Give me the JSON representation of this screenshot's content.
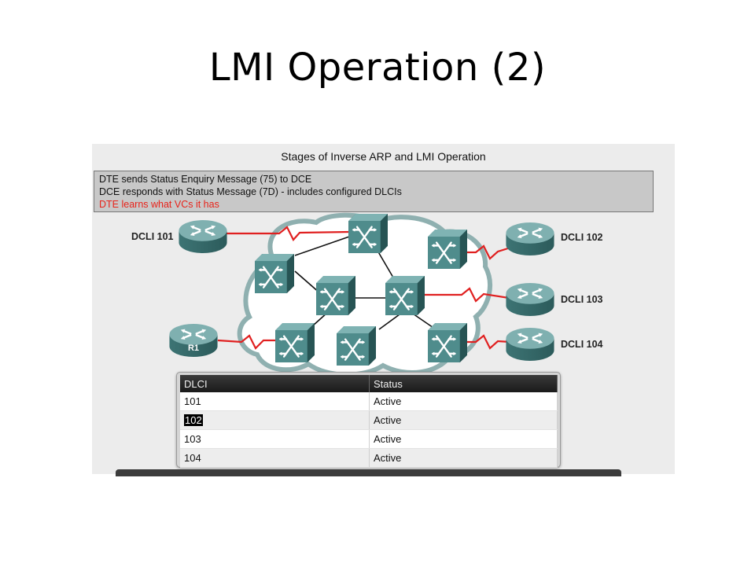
{
  "slide": {
    "title": "LMI Operation (2)"
  },
  "figure": {
    "title": "Stages of Inverse ARP and LMI Operation",
    "stages": [
      {
        "text": "DTE sends Status Enquiry Message (75) to DCE",
        "active": false
      },
      {
        "text": "DCE responds with Status Message (7D) - includes configured DLCIs",
        "active": false
      },
      {
        "text": "DTE learns what VCs it has",
        "active": true
      }
    ],
    "active_stage_color": "#e8231a",
    "devices": {
      "r1_label": "R1",
      "dlci_101": "DCLI 101",
      "dlci_102": "DCLI 102",
      "dlci_103": "DCLI 103",
      "dlci_104": "DCLI 104"
    },
    "table": {
      "headers": [
        "DLCI",
        "Status"
      ],
      "rows": [
        {
          "dlci": "101",
          "status": "Active"
        },
        {
          "dlci": "102",
          "status": "Active",
          "highlighted": true
        },
        {
          "dlci": "103",
          "status": "Active"
        },
        {
          "dlci": "104",
          "status": "Active"
        }
      ]
    },
    "colors": {
      "device_teal": "#4f8c8c",
      "link_red": "#e02020",
      "cloud_fill": "#ffffff",
      "cloud_stroke": "#8fb0b0"
    }
  }
}
